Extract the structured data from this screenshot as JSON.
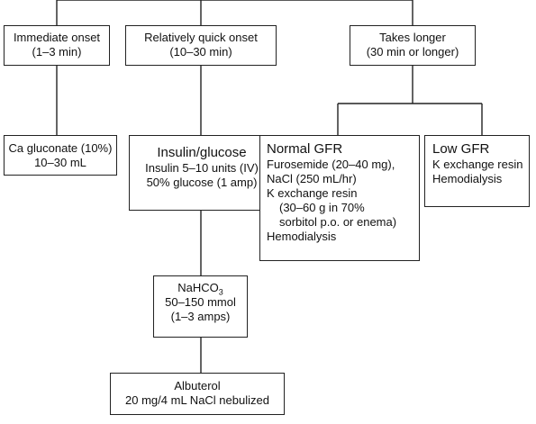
{
  "onset": {
    "immediate": [
      "Immediate onset",
      "(1–3 min)"
    ],
    "quick": [
      "Relatively quick onset",
      "(10–30 min)"
    ],
    "longer": [
      "Takes longer",
      "(30 min or longer)"
    ]
  },
  "calcium": [
    "Ca gluconate (10%)",
    "10–30 mL"
  ],
  "insulin": {
    "title": "Insulin/glucose",
    "lines": [
      "Insulin 5–10 units (IV)",
      "50% glucose (1 amp)"
    ]
  },
  "bicarb": {
    "name": "NaHCO",
    "subscript": "3",
    "lines": [
      "50–150 mmol",
      "(1–3 amps)"
    ]
  },
  "albuterol": [
    "Albuterol",
    "20 mg/4 mL NaCl nebulized"
  ],
  "normal_gfr": {
    "title": "Normal GFR",
    "lines": [
      "Furosemide (20–40 mg),",
      "NaCl (250 mL/hr)",
      "K exchange resin"
    ],
    "indented": [
      "(30–60 g in 70%",
      "sorbitol p.o. or enema)"
    ],
    "last": "Hemodialysis"
  },
  "low_gfr": {
    "title": "Low GFR",
    "lines": [
      "K exchange resin",
      "Hemodialysis"
    ]
  }
}
